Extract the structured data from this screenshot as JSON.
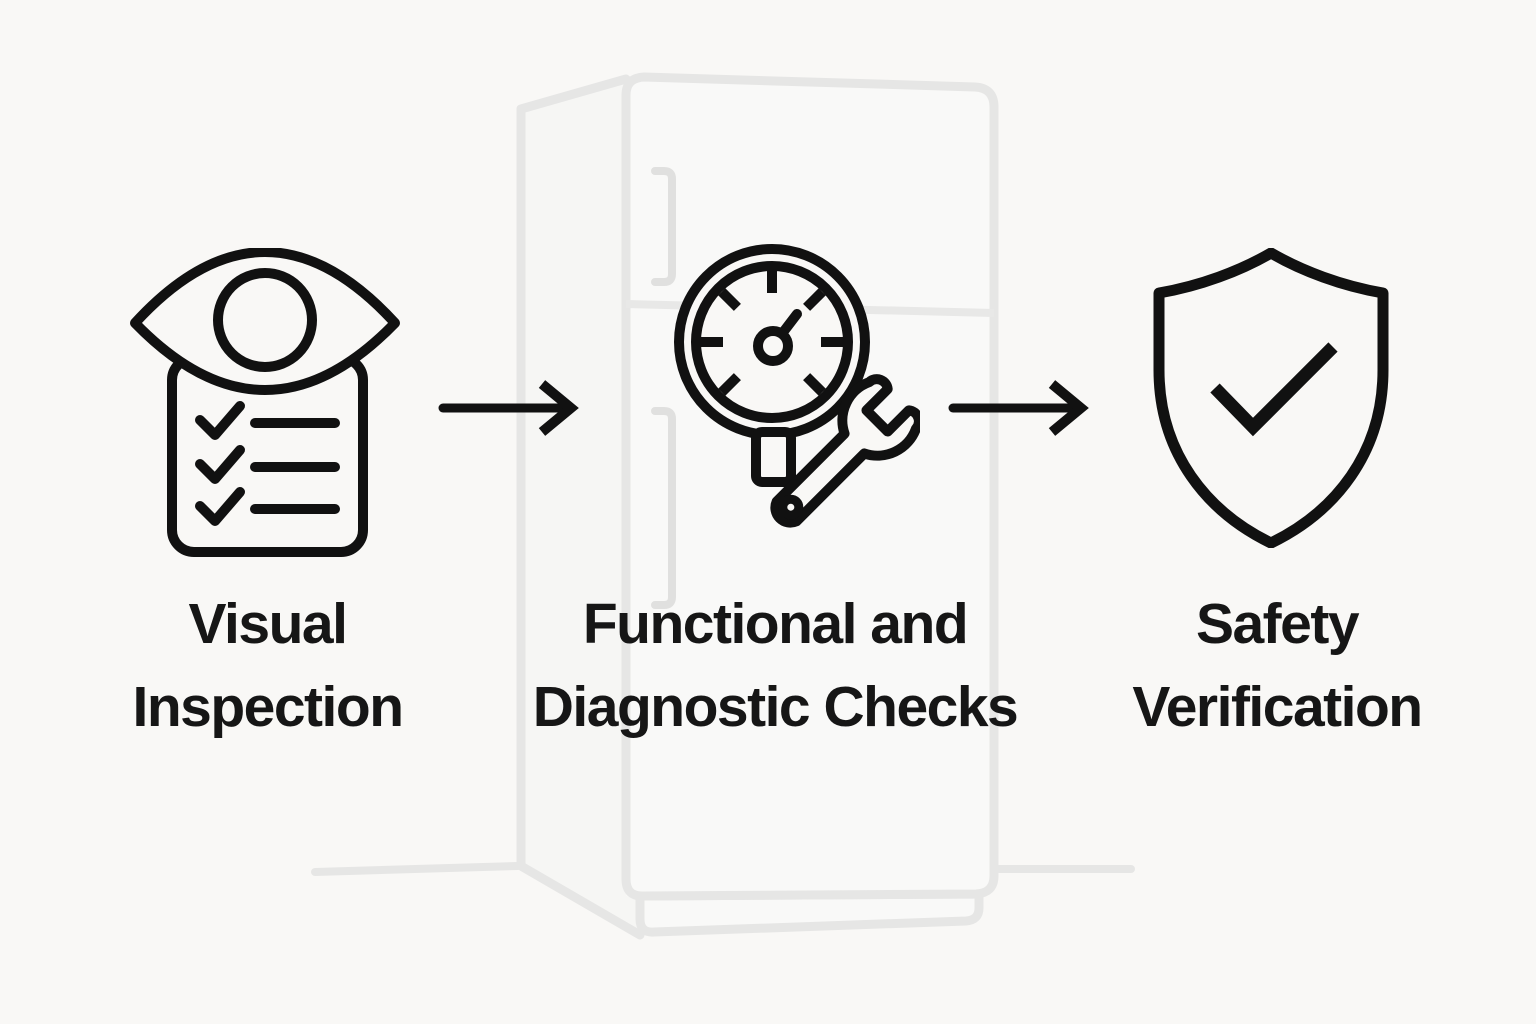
{
  "diagram_type": "process-flow",
  "colors": {
    "background": "#f9f8f6",
    "ink": "#111111",
    "text": "#161616",
    "faint_outline": "#e6e6e5",
    "handle_outline": "#e0e0df"
  },
  "background_object": {
    "name": "refrigerator-outline"
  },
  "steps": [
    {
      "icon": "eye-checklist-icon",
      "label": "Visual Inspection",
      "lines": [
        "Visual",
        "Inspection"
      ]
    },
    {
      "icon": "gauge-wrench-icon",
      "label": "Functional and Diagnostic Checks",
      "lines": [
        "Functional and",
        "Diagnostic Checks"
      ]
    },
    {
      "icon": "shield-check-icon",
      "label": "Safety Verification",
      "lines": [
        "Safety",
        "Verification"
      ]
    }
  ],
  "connectors": [
    {
      "icon": "arrow-right-icon"
    },
    {
      "icon": "arrow-right-icon"
    }
  ]
}
